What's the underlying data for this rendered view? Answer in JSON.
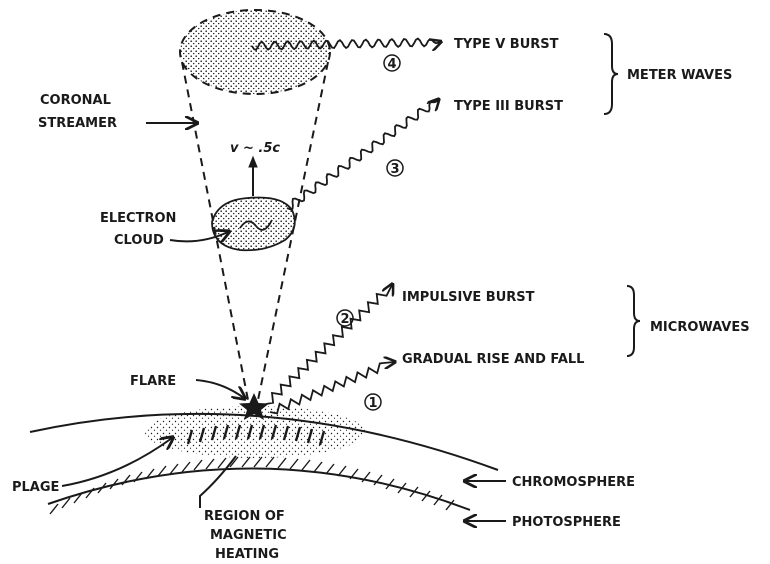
{
  "labels": {
    "coronal_streamer": [
      "CORONAL",
      "STREAMER"
    ],
    "type_v_burst": "TYPE V BURST",
    "type_iii_burst": "TYPE III BURST",
    "meter_waves": "METER WAVES",
    "velocity": "v ~ .5c",
    "electron_cloud": [
      "ELECTRON",
      "CLOUD"
    ],
    "impulsive_burst": "IMPULSIVE BURST",
    "gradual_rise_fall": "GRADUAL RISE AND FALL",
    "microwaves": "MICROWAVES",
    "flare": "FLARE",
    "plage": "PLAGE",
    "chromosphere": "CHROMOSPHERE",
    "photosphere": "PHOTOSPHERE",
    "region_magnetic_heating": [
      "REGION OF",
      "MAGNETIC",
      "HEATING"
    ]
  },
  "markers": {
    "m1": "1",
    "m2": "2",
    "m3": "3",
    "m4": "4"
  },
  "colors": {
    "ink": "#1a1a1a",
    "background": "#ffffff"
  }
}
